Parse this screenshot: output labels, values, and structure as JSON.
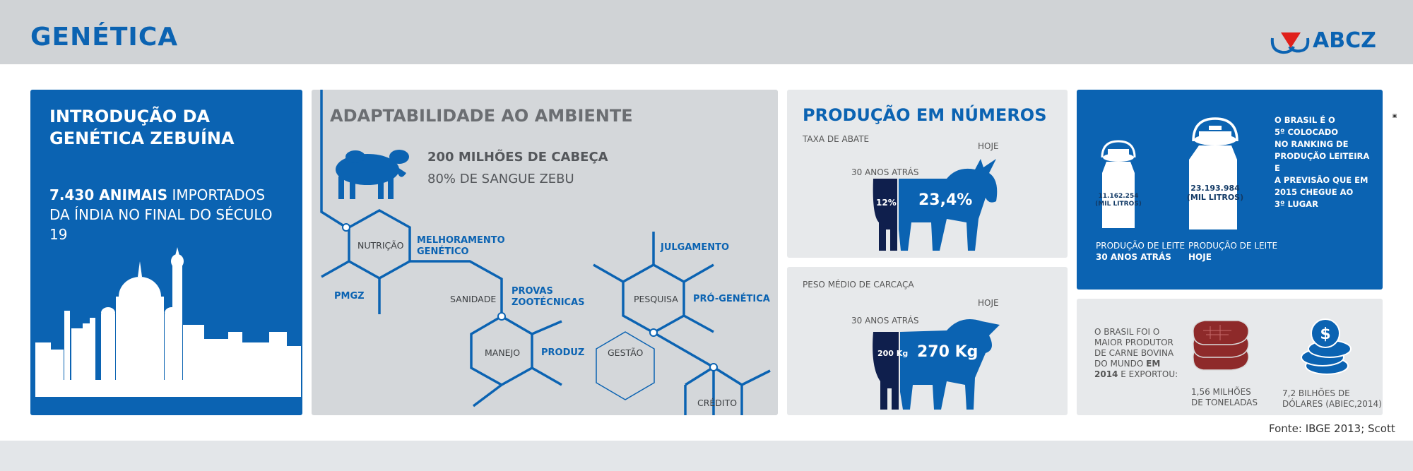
{
  "header": {
    "title": "GENÉTICA",
    "logo_text": "ABCZ"
  },
  "intro": {
    "title": "INTRODUÇÃO DA GENÉTICA ZEBUÍNA",
    "count_bold": "7.430 ANIMAIS",
    "count_rest": " IMPORTADOS DA ÍNDIA NO FINAL DO SÉCULO 19"
  },
  "adapt": {
    "title": "ADAPTABILIDADE AO AMBIENTE",
    "line1": "200 MILHÕES DE CABEÇA",
    "line2": "80% DE SANGUE ZEBU",
    "hex_labels": {
      "nutricao": "NUTRIÇÃO",
      "sanidade": "SANIDADE",
      "manejo": "MANEJO",
      "gestao": "GESTÃO",
      "pesquisa": "PESQUISA",
      "credito": "CRÉDITO"
    },
    "blue_labels": {
      "melhoramento_1": "MELHORAMENTO",
      "melhoramento_2": "GENÉTICO",
      "pmgz": "PMGZ",
      "provas_1": "PROVAS",
      "provas_2": "ZOOTÉCNICAS",
      "produz": "PRODUZ",
      "julgamento": "JULGAMENTO",
      "progenetica": "PRÓ-GENÉTICA"
    }
  },
  "production": {
    "title": "PRODUÇÃO EM NÚMEROS",
    "slaughter": {
      "label": "TAXA DE ABATE",
      "today": "HOJE",
      "ago": "30 ANOS ATRÁS",
      "old_value": "12%",
      "new_value": "23,4%"
    },
    "carcass": {
      "label": "PESO MÉDIO DE CARCAÇA",
      "today": "HOJE",
      "ago": "30 ANOS ATRÁS",
      "old_value": "200 Kg",
      "new_value": "270 Kg"
    }
  },
  "milk": {
    "old_value_1": "11.162.254",
    "old_value_2": "(MIL LITROS)",
    "new_value_1": "23.193.984",
    "new_value_2": "(MIL LITROS)",
    "old_caption_1": "PRODUÇÃO DE LEITE",
    "old_caption_2": "30 ANOS ATRÁS",
    "new_caption_1": "PRODUÇÃO DE LEITE",
    "new_caption_2": "HOJE",
    "ranking": [
      "O BRASIL É O",
      "5º COLOCADO",
      "NO RANKING DE",
      "PRODUÇÃO LEITEIRA E",
      "A PREVISÃO QUE EM",
      "2015 CHEGUE AO",
      "3º LUGAR"
    ]
  },
  "beef": {
    "text_lines": [
      "O BRASIL FOI O",
      "MAIOR PRODUTOR",
      "DE CARNE BOVINA",
      "DO MUNDO"
    ],
    "text_em": "EM",
    "text_year": "2014",
    "text_tail": " E EXPORTOU:",
    "meat_1": "1,56 MILHÕES",
    "meat_2": "DE TONELADAS",
    "money_1": "7,2 BILHÕES DE",
    "money_2": "DÓLARES (ABIEC,2014)"
  },
  "source": "Fonte: IBGE 2013; Scott",
  "colors": {
    "brand_blue": "#0b63b2",
    "dark_navy": "#0f1f4d",
    "meat_red": "#8e2a2a"
  }
}
